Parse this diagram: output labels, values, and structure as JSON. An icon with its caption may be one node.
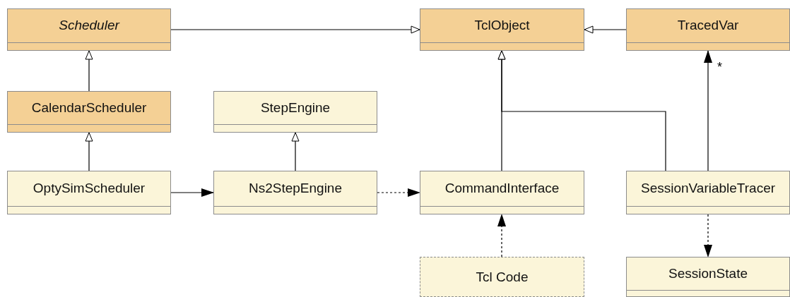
{
  "diagram": {
    "nodes": [
      {
        "text": [
          "Scheduler"
        ]
      },
      {
        "text": [
          "TclObject"
        ]
      },
      {
        "text": [
          "TracedVar"
        ]
      },
      {
        "text": [
          "CalendarScheduler"
        ]
      },
      {
        "text": [
          "StepEngine"
        ]
      },
      {
        "text": [
          "OptySimScheduler"
        ]
      },
      {
        "text": [
          "Ns2StepEngine"
        ]
      },
      {
        "text": [
          "CommandInterface"
        ]
      },
      {
        "text": [
          "SessionVariableTracer"
        ]
      },
      {
        "text": [
          "Tcl Code"
        ]
      },
      {
        "text": [
          "SessionState"
        ]
      }
    ],
    "edges": [
      {
        "from": 0,
        "to": 1,
        "arrow": "to"
      },
      {
        "from": 2,
        "to": 1,
        "arrow": "to"
      },
      {
        "from": 3,
        "to": 0,
        "arrow": "to"
      },
      {
        "from": 5,
        "to": 3,
        "arrow": "to"
      },
      {
        "from": 6,
        "to": 4,
        "arrow": "to"
      },
      {
        "from": 5,
        "to": 6,
        "arrow": "to"
      },
      {
        "from": 6,
        "to": 7,
        "arrow": "to",
        "style": "dashed"
      },
      {
        "from": 7,
        "to": 1,
        "arrow": "to"
      },
      {
        "from": 8,
        "to": 1,
        "arrow": "to"
      },
      {
        "from": 8,
        "to": 2,
        "arrow": "to",
        "label": "*"
      },
      {
        "from": 9,
        "to": 7,
        "arrow": "to",
        "style": "dashed"
      },
      {
        "from": 8,
        "to": 10,
        "arrow": "to",
        "style": "dashed"
      }
    ]
  }
}
